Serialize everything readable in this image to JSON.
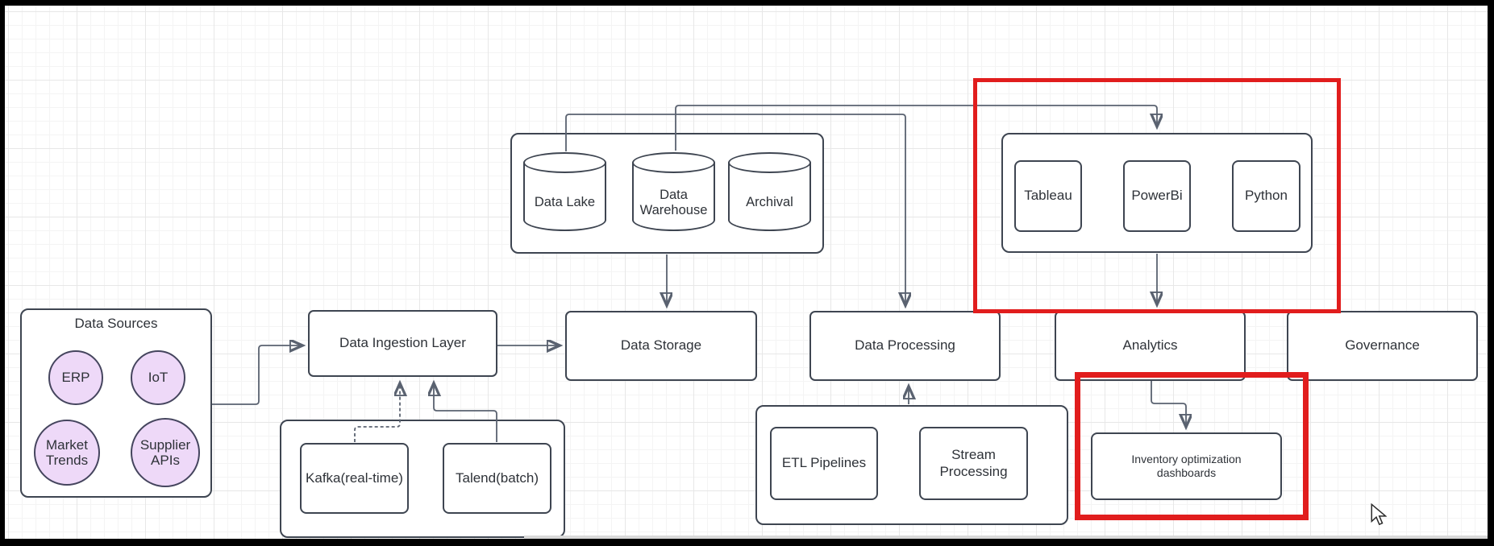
{
  "window": {
    "border_color": "#000000"
  },
  "colors": {
    "highlight_red": "#e11d1d",
    "shape_stroke": "#3e4551",
    "connector_gray": "#5a6270",
    "circle_fill": "#eed9f8",
    "circle_stroke": "#45455e",
    "canvas_bg": "#ffffff"
  },
  "diagram": {
    "sources_group": {
      "title": "Data Sources",
      "items": [
        {
          "label": "ERP"
        },
        {
          "label": "IoT"
        },
        {
          "label": "Market Trends"
        },
        {
          "label": "Supplier APIs"
        }
      ]
    },
    "layers": {
      "ingestion": {
        "label": "Data Ingestion Layer"
      },
      "storage": {
        "label": "Data Storage"
      },
      "processing": {
        "label": "Data Processing"
      },
      "analytics": {
        "label": "Analytics"
      },
      "governance": {
        "label": "Governance"
      }
    },
    "ingestion_tools": [
      {
        "label": "Kafka(real-time)"
      },
      {
        "label": "Talend(batch)"
      }
    ],
    "storage_components": [
      {
        "label": "Data Lake"
      },
      {
        "label": "Data Warehouse"
      },
      {
        "label": "Archival"
      }
    ],
    "processing_components": [
      {
        "label": "ETL Pipelines"
      },
      {
        "label": "Stream Processing"
      }
    ],
    "analytics_tools": [
      {
        "label": "Tableau"
      },
      {
        "label": "PowerBi"
      },
      {
        "label": "Python"
      }
    ],
    "analytics_outputs": [
      {
        "label": "Inventory optimization dashboards"
      }
    ]
  }
}
